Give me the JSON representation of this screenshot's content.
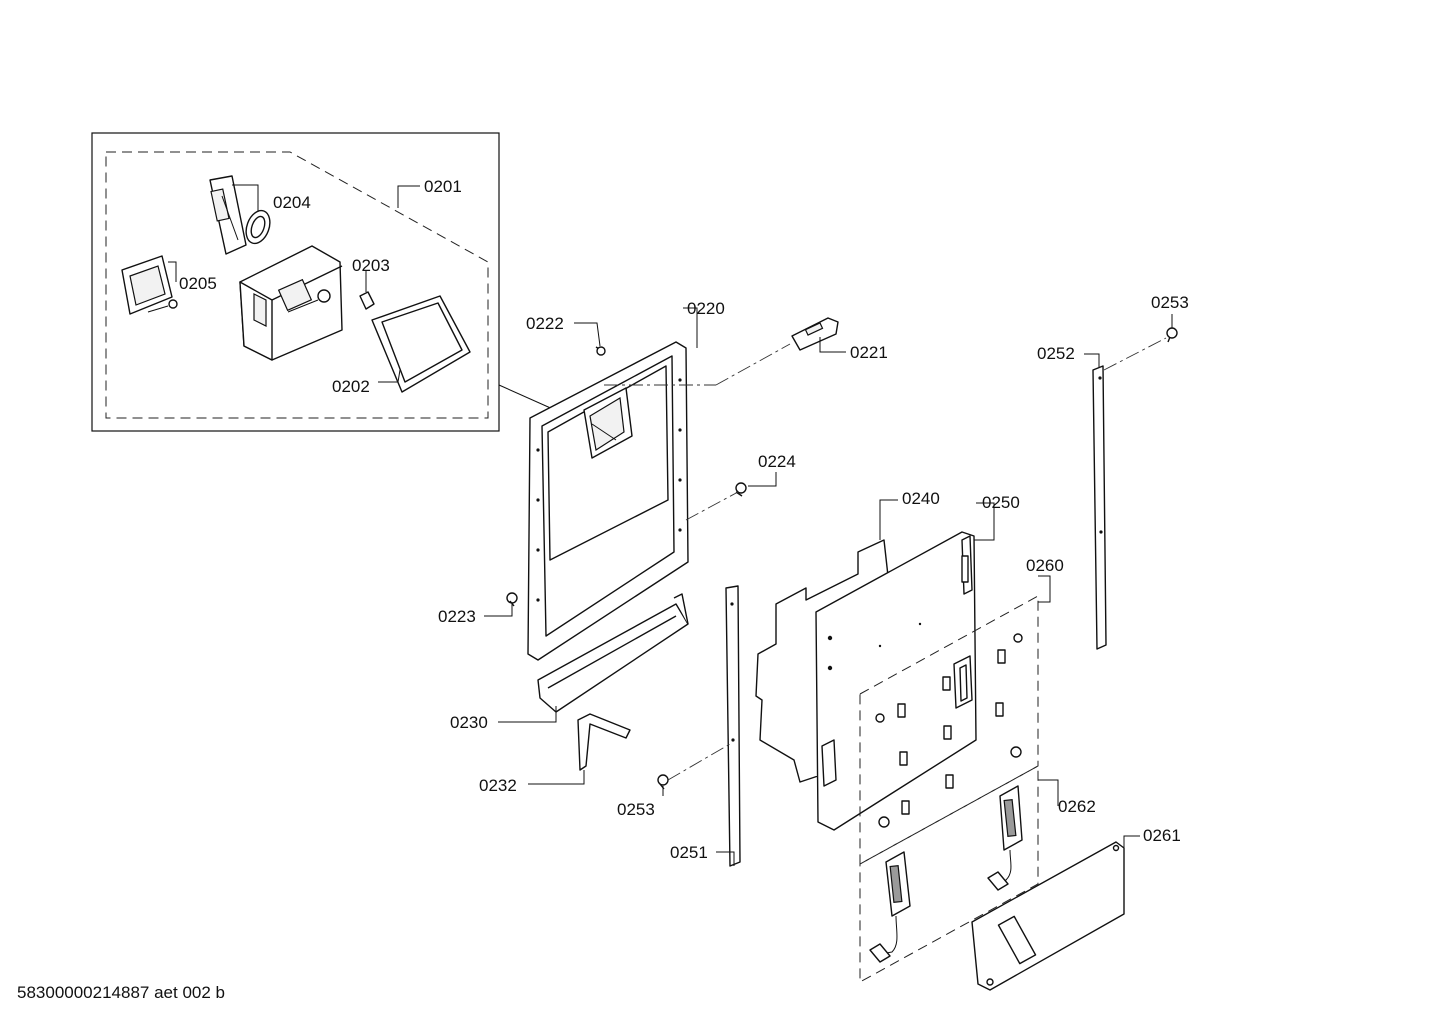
{
  "document_id": "58300000214887 aet 002 b",
  "callouts": {
    "c0201": "0201",
    "c0202": "0202",
    "c0203": "0203",
    "c0204": "0204",
    "c0205": "0205",
    "c0220": "0220",
    "c0221": "0221",
    "c0222": "0222",
    "c0223": "0223",
    "c0224": "0224",
    "c0230": "0230",
    "c0232": "0232",
    "c0240": "0240",
    "c0250": "0250",
    "c0251": "0251",
    "c0252": "0252",
    "c0253a": "0253",
    "c0253b": "0253",
    "c0260": "0260",
    "c0261": "0261",
    "c0262": "0262"
  }
}
